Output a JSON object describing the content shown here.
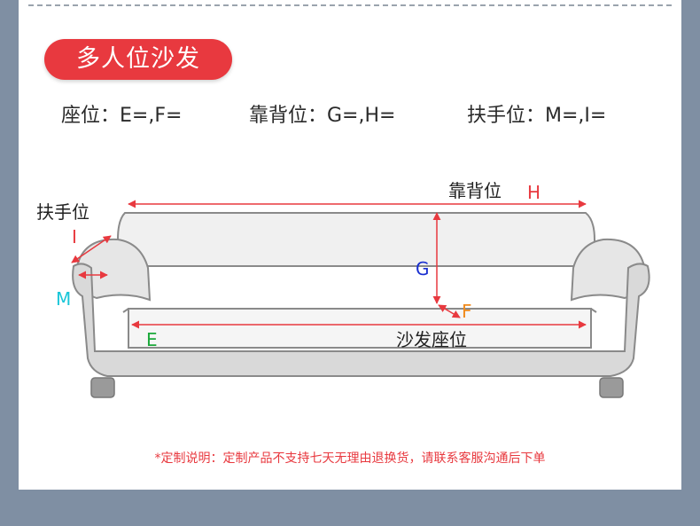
{
  "title": "多人位沙发",
  "measurements": {
    "seat": "座位：E=,F=",
    "backrest": "靠背位：G=,H=",
    "armrest": "扶手位：M=,I="
  },
  "diagram": {
    "label_backrest": "靠背位",
    "label_armrest": "扶手位",
    "label_seat": "沙发座位",
    "letter_H": "H",
    "letter_I": "I",
    "letter_M": "M",
    "letter_G": "G",
    "letter_F": "F",
    "letter_E": "E"
  },
  "colors": {
    "accent_red": "#e8393f",
    "blue": "#1a2fd0",
    "cyan": "#18c6d8",
    "orange": "#f08a1c",
    "green": "#1aa83a"
  },
  "note": "*定制说明：定制产品不支持七天无理由退换货，请联系客服沟通后下单"
}
